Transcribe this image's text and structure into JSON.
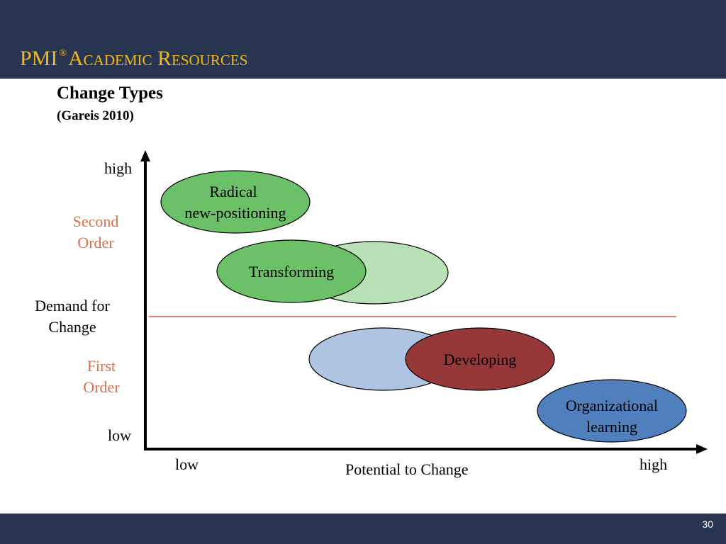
{
  "header": {
    "brand_pre": "PMI",
    "brand_reg": "®",
    "brand_post": "Academic Resources"
  },
  "slide": {
    "title": "Change Types",
    "subtitle": "(Gareis 2010)",
    "page_number": "30"
  },
  "y_axis": {
    "high": "high",
    "low": "low",
    "label_line1": "Demand for",
    "label_line2": "Change",
    "second_order_line1": "Second",
    "second_order_line2": "Order",
    "first_order_line1": "First",
    "first_order_line2": "Order"
  },
  "x_axis": {
    "low": "low",
    "high": "high",
    "label": "Potential to Change"
  },
  "ellipses": [
    {
      "label_line1": "Radical",
      "label_line2": "new-positioning",
      "fill": "#6cc068"
    },
    {
      "label_line1": "",
      "label_line2": "",
      "fill": "#b9e1b7"
    },
    {
      "label_line1": "Transforming",
      "label_line2": "",
      "fill": "#6cc068"
    },
    {
      "label_line1": "",
      "label_line2": "",
      "fill": "#aec4e2"
    },
    {
      "label_line1": "Developing",
      "label_line2": "",
      "fill": "#963838"
    },
    {
      "label_line1": "Organizational",
      "label_line2": "learning",
      "fill": "#4f80bd"
    }
  ],
  "colors": {
    "header_bg": "#283550",
    "brand": "#f2b821",
    "divider": "#d9534f",
    "order_label": "#d6704a"
  }
}
